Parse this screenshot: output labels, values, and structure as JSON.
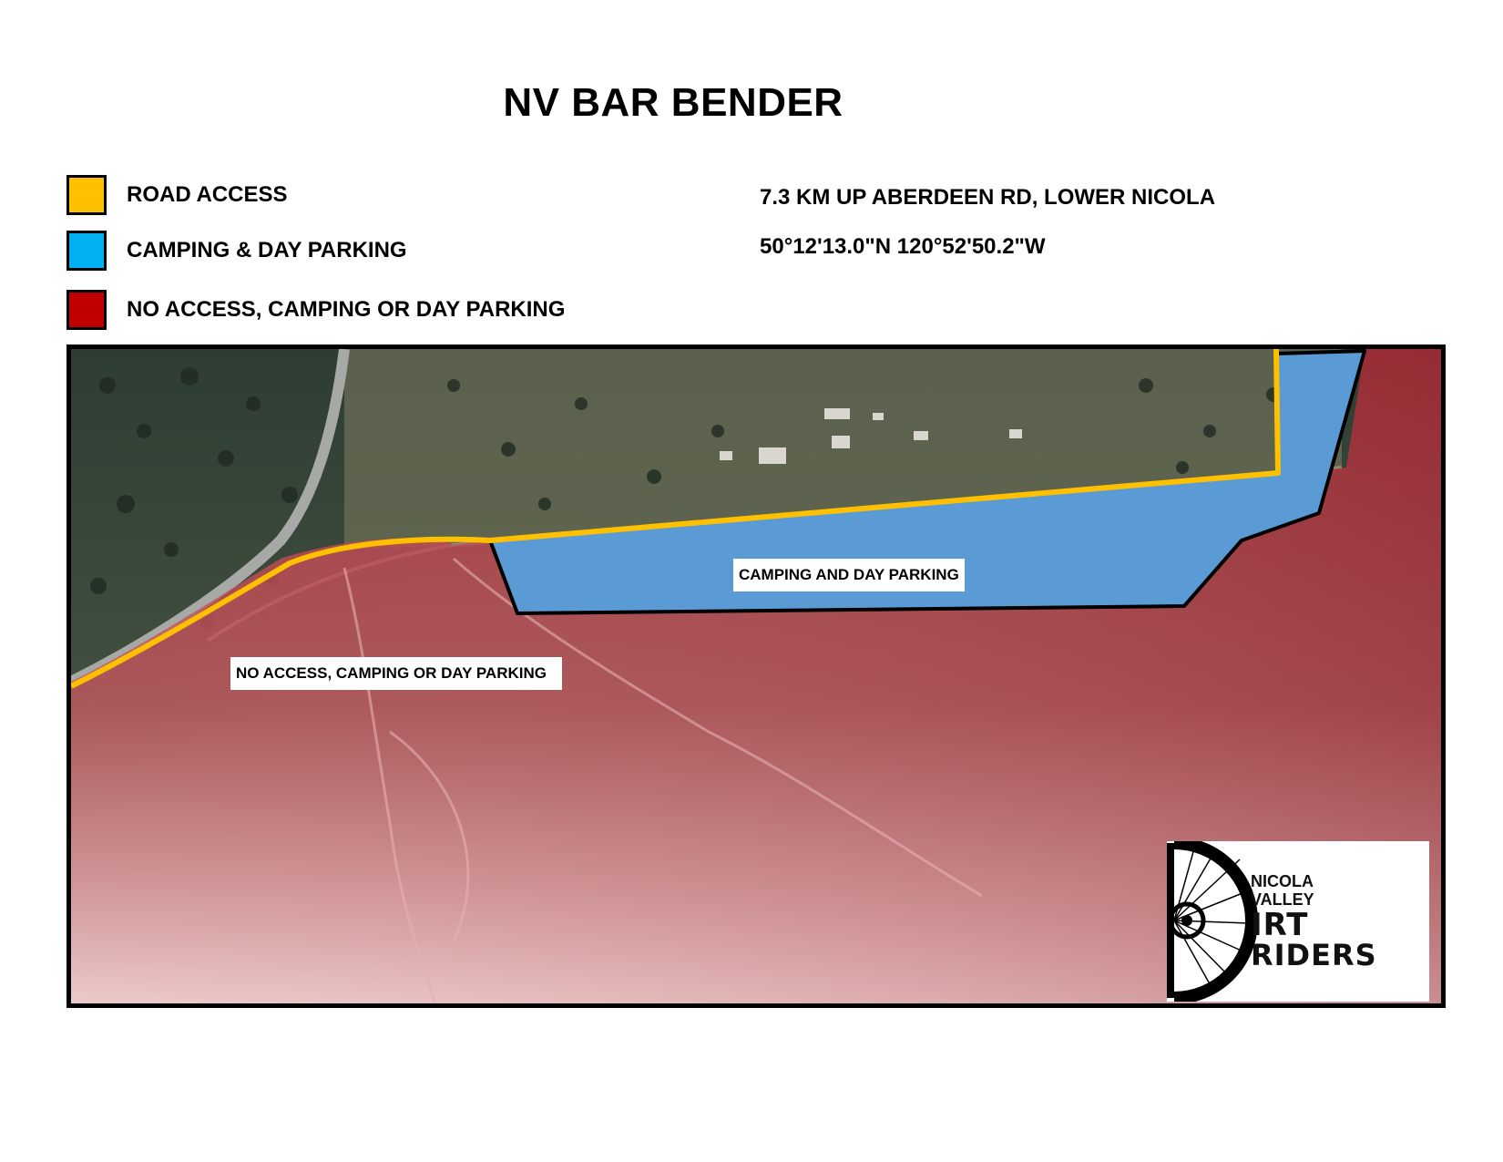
{
  "title": "NV BAR BENDER",
  "legend": [
    {
      "label": "ROAD ACCESS",
      "color": "#FFC000"
    },
    {
      "label": "CAMPING & DAY PARKING",
      "color": "#00B0F0"
    },
    {
      "label": "NO ACCESS, CAMPING OR DAY PARKING",
      "color": "#C00000"
    }
  ],
  "location": {
    "directions": "7.3 KM UP ABERDEEN RD, LOWER NICOLA",
    "coordinates": "50°12'13.0\"N 120°52'50.2\"W"
  },
  "map": {
    "camping_label": "CAMPING AND DAY PARKING",
    "no_access_label": "NO ACCESS, CAMPING OR DAY PARKING",
    "colors": {
      "road": "#FFC000",
      "camping_zone": "#5B9BD5",
      "no_access_zone": "#B0303A"
    }
  },
  "logo": {
    "line1": "NICOLA",
    "line2": "VALLEY",
    "line3": "IRT",
    "line4": "RIDERS"
  }
}
